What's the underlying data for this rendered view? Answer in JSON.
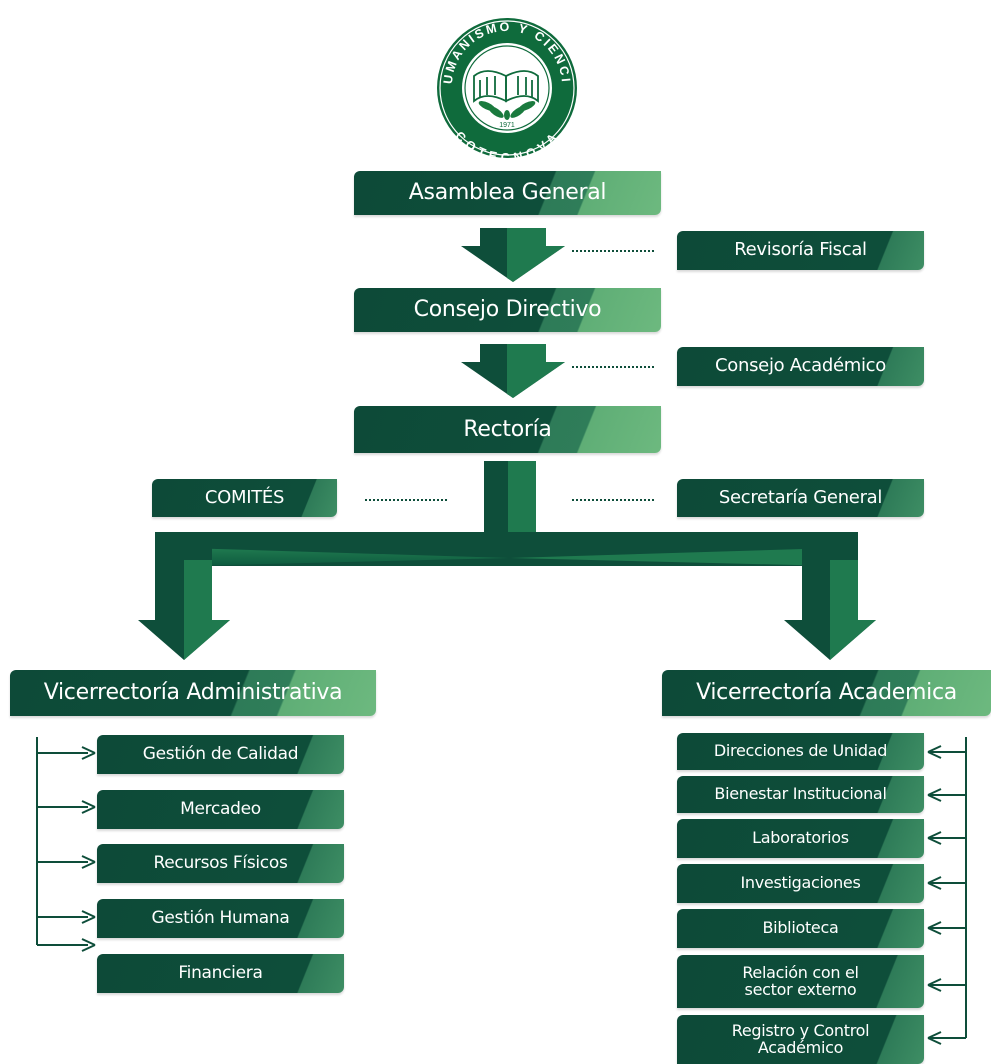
{
  "logo": {
    "top_text": "HUMANISMO Y CIENCIA",
    "bottom_text": "COTECNOVA",
    "year": "1971",
    "colors": {
      "ring": "#0f6b3c",
      "text": "#ffffff",
      "inner": "#ffffff",
      "leaves": "#1a7a3e"
    }
  },
  "colors": {
    "box_dark": "#0e4e3a",
    "box_mid": "#2f7d59",
    "box_light": "#6db97f",
    "arrow_dark": "#0e4e3a",
    "arrow_light": "#1f7a4f"
  },
  "org": {
    "asamblea": "Asamblea General",
    "revisoria": "Revisoría Fiscal",
    "consejo_directivo": "Consejo Directivo",
    "consejo_academico": "Consejo Académico",
    "rectoria": "Rectoría",
    "comites": "COMITÉS",
    "secretaria": "Secretaría General",
    "vice_admin": "Vicerrectoría Administrativa",
    "vice_acad": "Vicerrectoría Academica",
    "admin_units": [
      "Gestión de Calidad",
      "Mercadeo",
      "Recursos Físicos",
      "Gestión Humana",
      "Financiera"
    ],
    "acad_units": [
      "Direcciones de Unidad",
      "Bienestar Institucional",
      "Laboratorios",
      "Investigaciones",
      "Biblioteca",
      "Relación con el sector externo",
      "Registro y Control Académico"
    ]
  }
}
